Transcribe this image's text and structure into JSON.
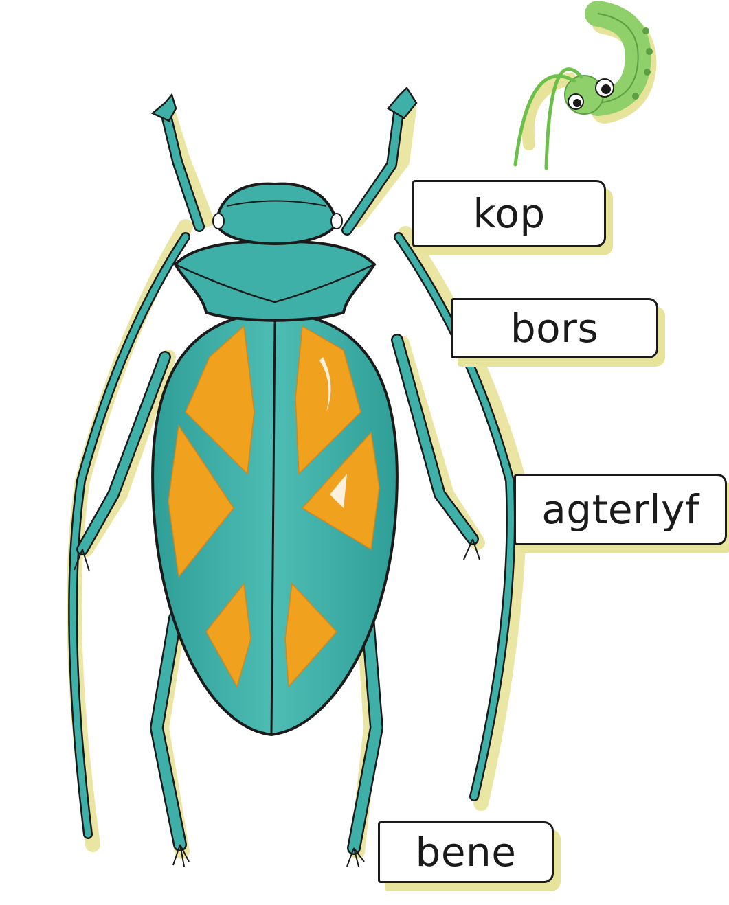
{
  "labels": {
    "head": "kop",
    "thorax": "bors",
    "abdomen": "agterlyf",
    "legs": "bene"
  },
  "illustration": {
    "subject": "beetle-icon",
    "secondary": "caterpillar-icon"
  },
  "colors": {
    "body_teal": "#3fb0a8",
    "body_dark": "#2a8f88",
    "markings_orange": "#f0a21e",
    "outline": "#1a1a1a",
    "shadow_yellow": "#e8e39a",
    "caterpillar_green": "#8fd06a"
  }
}
